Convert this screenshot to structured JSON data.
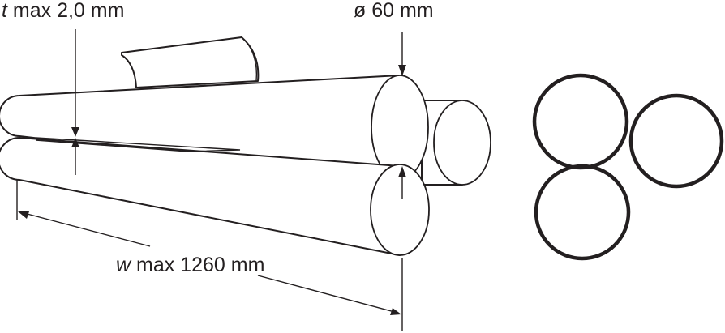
{
  "labels": {
    "thickness_var": "t",
    "thickness_rest": " max 2,0 mm",
    "diameter": "ø 60 mm",
    "width_var": "w",
    "width_rest": " max 1260 mm"
  },
  "colors": {
    "stroke": "#231f20",
    "background": "#ffffff"
  }
}
